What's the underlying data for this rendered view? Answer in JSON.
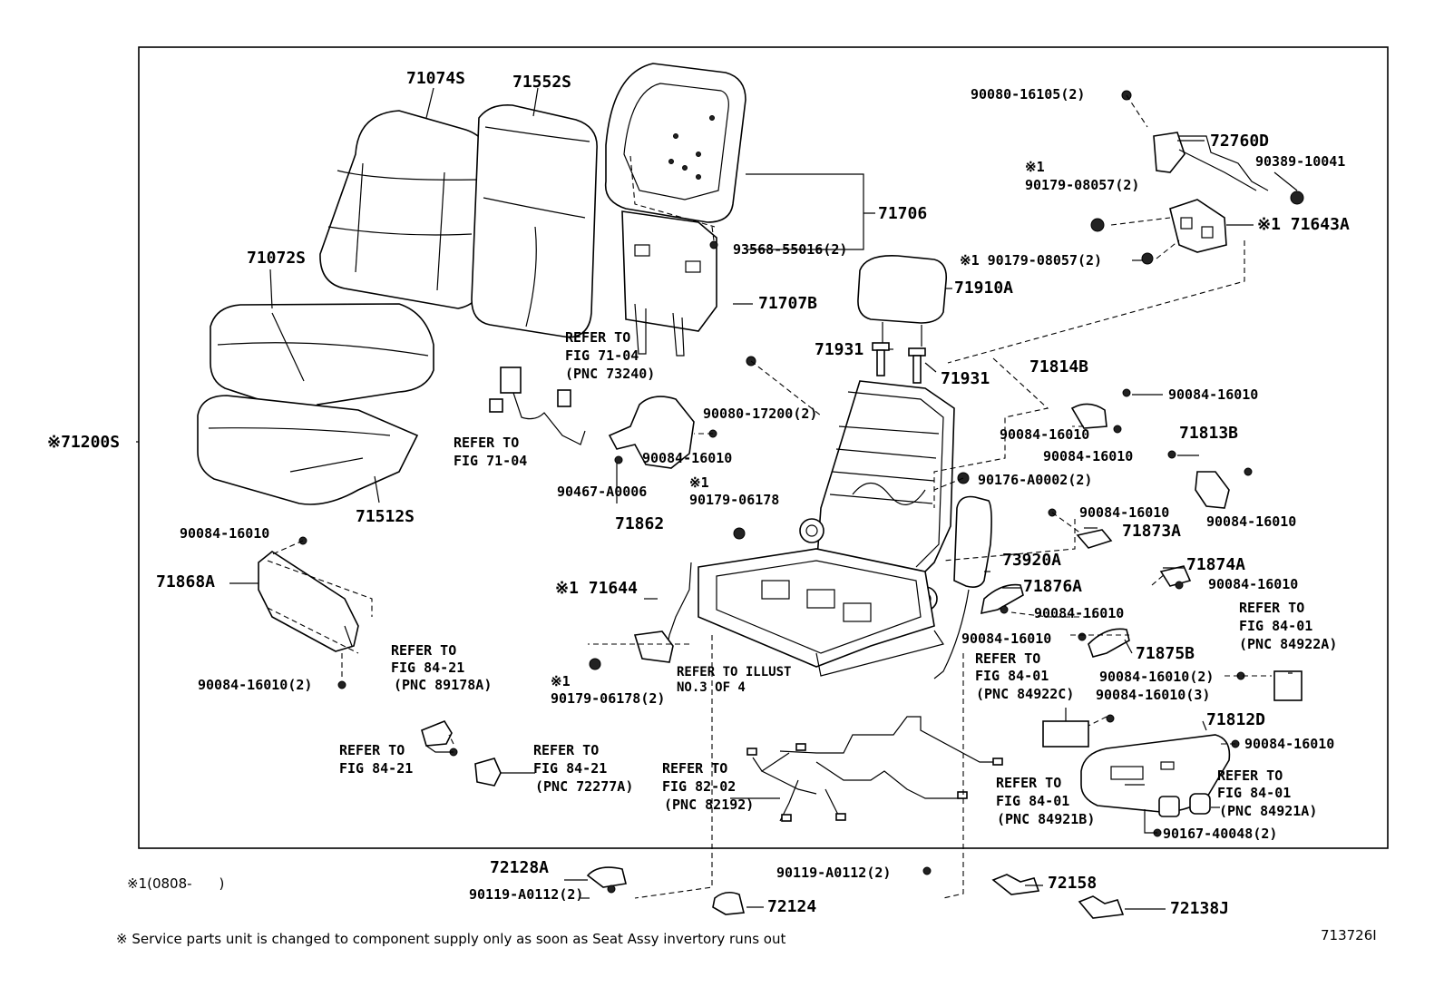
{
  "colors": {
    "line": "#000000",
    "background": "#ffffff"
  },
  "parts": {
    "p71074s": "71074S",
    "p71552s": "71552S",
    "p71072s": "71072S",
    "p71200s": "※71200S",
    "p71512s": "71512S",
    "p71706": "71706",
    "p93568": "93568-55016(2)",
    "p71707b": "71707B",
    "p90080_16105": "90080-16105(2)",
    "p72760d": "72760D",
    "p90389": "90389-10041",
    "p_x1_a": "※1",
    "p90179_08057_a": "90179-08057(2)",
    "p71643a": "※1 71643A",
    "p90179_08057_b": "※1 90179-08057(2)",
    "p71910a": "71910A",
    "p71931_a": "71931",
    "p71931_b": "71931",
    "p90080_17200": "90080-17200(2)",
    "p71814b": "71814B",
    "p90084_a": "90084-16010",
    "p90084_b": "90084-16010",
    "p71813b": "71813B",
    "p90084_c": "90084-16010",
    "p90084_d": "90084-16010",
    "p90176": "90176-A0002(2)",
    "p90084_e": "90084-16010",
    "p71873a": "71873A",
    "p73920a": "73920A",
    "p71874a": "71874A",
    "p90084_f": "90084-16010",
    "p71876a": "71876A",
    "p90084_g": "90084-16010",
    "p90084_h": "90084-16010",
    "p71875b": "71875B",
    "p90084_i2": "90084-16010(2)",
    "p90084_i3": "90084-16010(3)",
    "p71812d": "71812D",
    "p90084_j": "90084-16010",
    "p90167": "90167-40048(2)",
    "p90084_k": "90084-16010",
    "p90467": "90467-A0006",
    "p71862": "71862",
    "p_x1_b": "※1",
    "p90179_06178_a": "90179-06178",
    "p90084_l": "90084-16010",
    "p71868a": "71868A",
    "p90084_m": "90084-16010(2)",
    "p71644": "※1 71644",
    "p_x1_c": "※1",
    "p90179_06178_b": "90179-06178(2)",
    "p72128a": "72128A",
    "p90119_a": "90119-A0112(2)",
    "p72124": "72124",
    "p90119_b": "90119-A0112(2)",
    "p72158": "72158",
    "p72138j": "72138J"
  },
  "refs": {
    "r7104a": [
      "REFER TO",
      "FIG 71-04",
      "(PNC 73240)"
    ],
    "r7104b": [
      "REFER TO",
      "FIG 71-04"
    ],
    "r8421a": [
      "REFER TO",
      "FIG 84-21",
      "(PNC 89178A)"
    ],
    "r8421b": [
      "REFER TO",
      "FIG 84-21"
    ],
    "r8421c": [
      "REFER TO",
      "FIG 84-21",
      "(PNC 72277A)"
    ],
    "r8202": [
      "REFER TO",
      "FIG 82-02",
      "(PNC 82192)"
    ],
    "rillust": [
      "REFER TO ILLUST",
      "NO.3 OF 4"
    ],
    "r8401c": [
      "REFER TO",
      "FIG 84-01",
      "(PNC 84922C)"
    ],
    "r8401a": [
      "REFER TO",
      "FIG 84-01",
      "(PNC 84922A)"
    ],
    "r8401b": [
      "REFER TO",
      "FIG 84-01",
      "(PNC 84921B)"
    ],
    "r8401d": [
      "REFER TO",
      "FIG 84-01",
      "(PNC 84921A)"
    ]
  },
  "footer": {
    "range": "※1(0808-　　)",
    "note": "※ Service parts unit is changed to component supply only as soon as  Seat Assy invertory runs out",
    "code": "713726I"
  }
}
